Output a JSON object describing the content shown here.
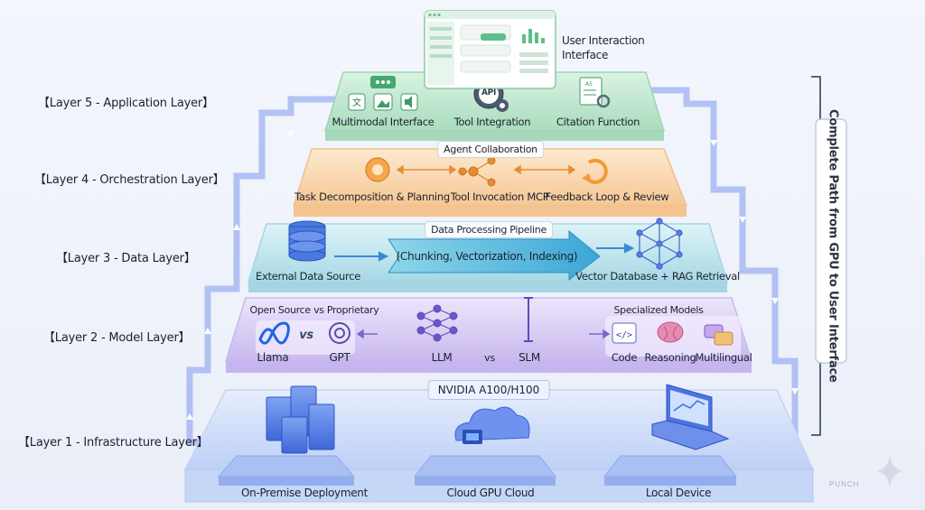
{
  "top": {
    "user_interface": "User Interaction Interface",
    "side_caption": "Complete Path from GPU to User Interface",
    "watermark": "PUNCH"
  },
  "layers": {
    "l5": {
      "label": "【Layer 5 - Application Layer】",
      "items": [
        "Multimodal Interface",
        "Tool Integration",
        "Citation Function"
      ],
      "api_badge": "API"
    },
    "l4": {
      "label": "【Layer 4 - Orchestration Layer】",
      "banner": "Agent Collaboration",
      "items": [
        "Task Decomposition & Planning",
        "Tool Invocation MCP",
        "Feedback Loop & Review"
      ]
    },
    "l3": {
      "label": "【Layer 3 - Data Layer】",
      "banner": "Data Processing Pipeline",
      "pipeline": "(Chunking, Vectorization, Indexing)",
      "items": [
        "External Data Source",
        "Vector Database + RAG Retrieval"
      ]
    },
    "l2": {
      "label": "【Layer 2 - Model Layer】",
      "left_title": "Open Source vs Proprietary",
      "left_items": [
        "Llama",
        "GPT"
      ],
      "vs": "vs",
      "center_items": [
        "LLM",
        "SLM"
      ],
      "right_title": "Specialized Models",
      "right_items": [
        "Code",
        "Reasoning",
        "Multilingual"
      ]
    },
    "l1": {
      "label": "【Layer 1 - Infrastructure Layer】",
      "chip": "NVIDIA A100/H100",
      "items": [
        "On-Premise Deployment",
        "Cloud GPU Cloud",
        "Local Device"
      ]
    }
  },
  "colors": {
    "l5": "#bfe7cf",
    "l4": "#fbd9b3",
    "l3": "#c4e8ef",
    "l2": "#ddd2f5",
    "l1": "#d4e0fb",
    "flow": "#8fa6f0"
  }
}
